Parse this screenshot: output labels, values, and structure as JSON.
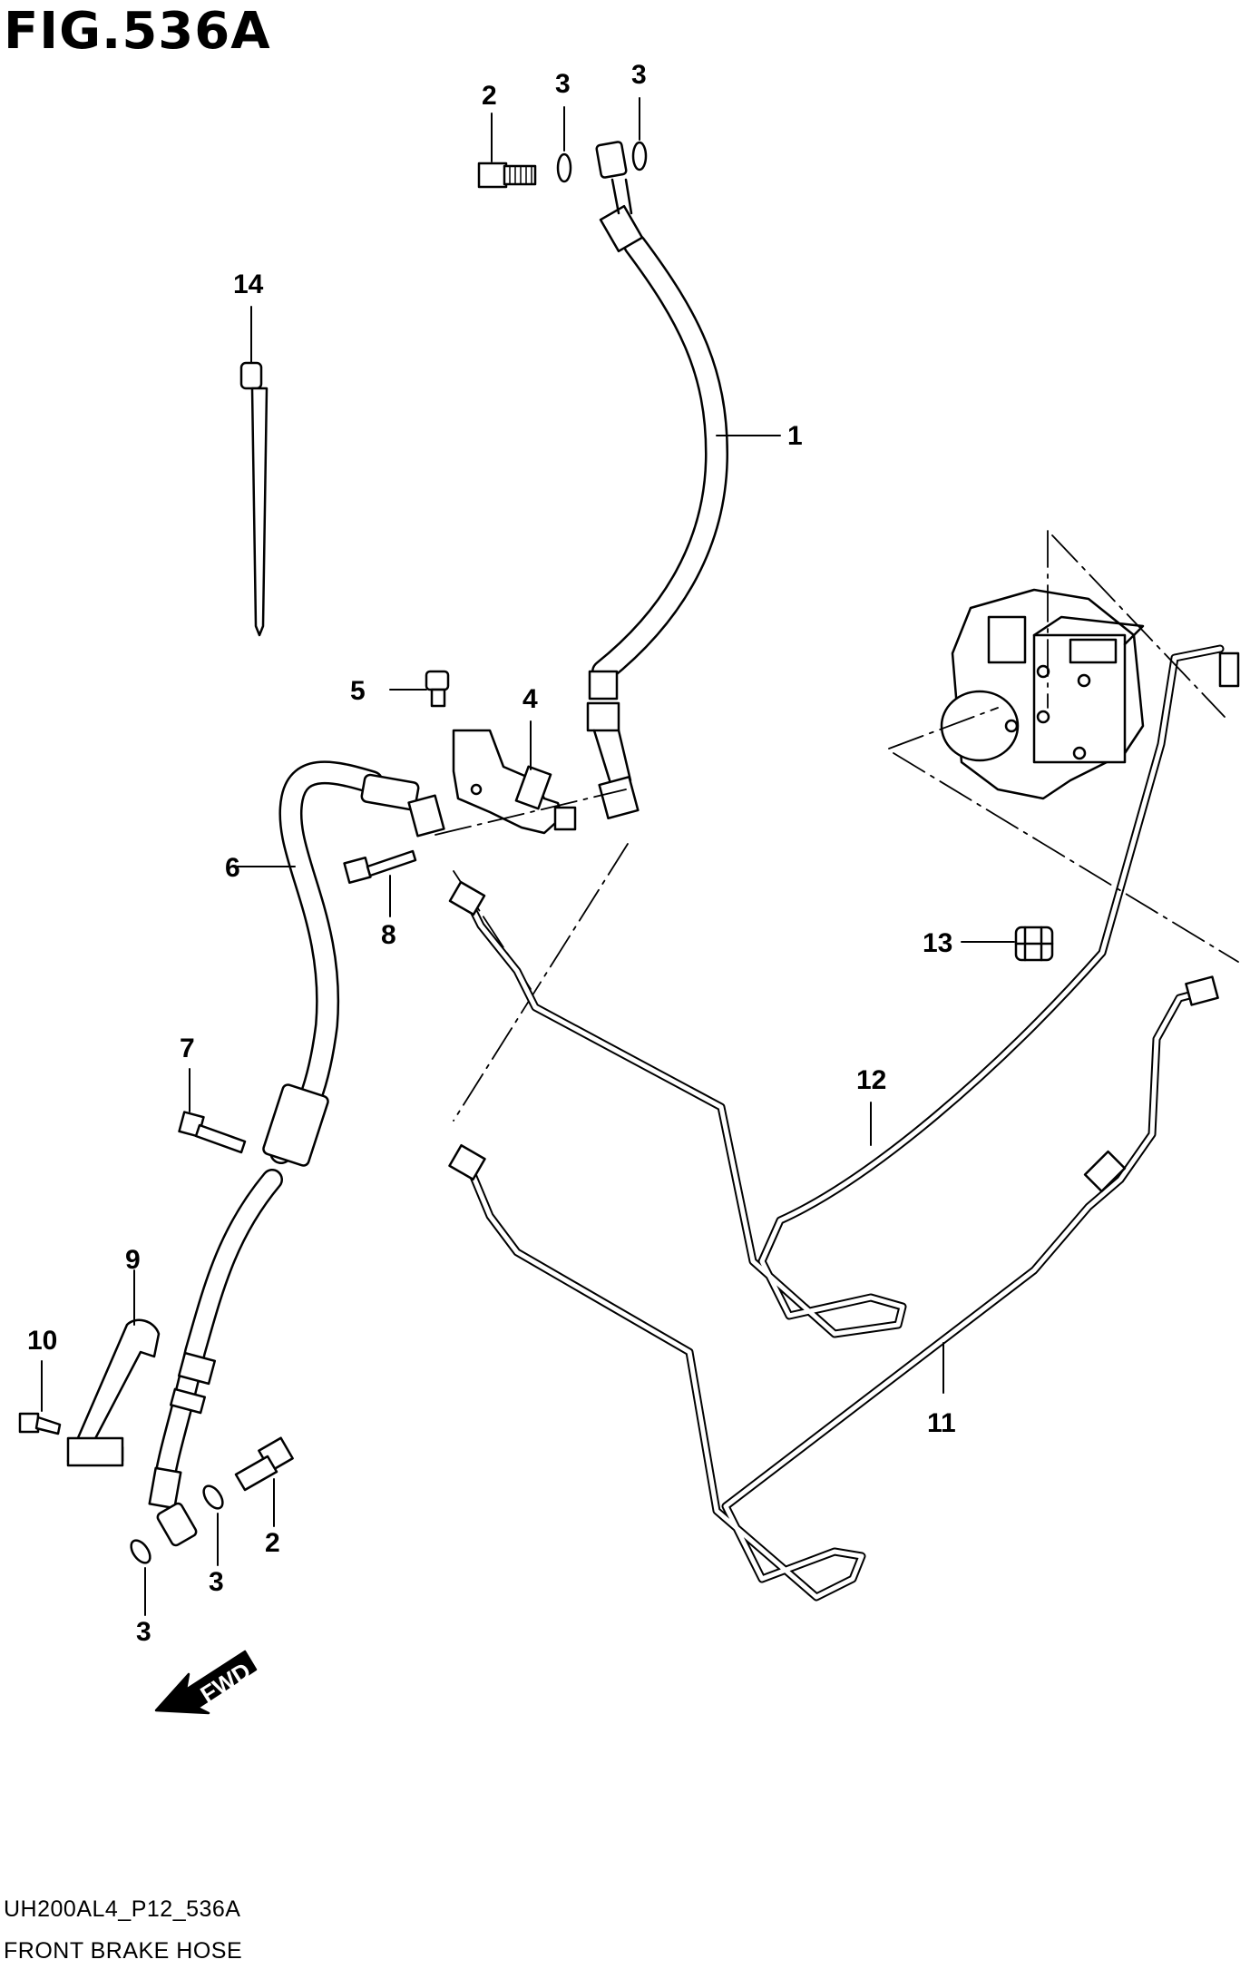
{
  "figure": {
    "title": "FIG.536A",
    "code": "UH200AL4_P12_536A",
    "caption": "FRONT BRAKE HOSE"
  },
  "callouts": [
    "1",
    "2",
    "2",
    "3",
    "3",
    "3",
    "3",
    "4",
    "5",
    "6",
    "7",
    "8",
    "9",
    "10",
    "11",
    "12",
    "13",
    "14"
  ],
  "direction_arrow": {
    "label": "FWD"
  }
}
